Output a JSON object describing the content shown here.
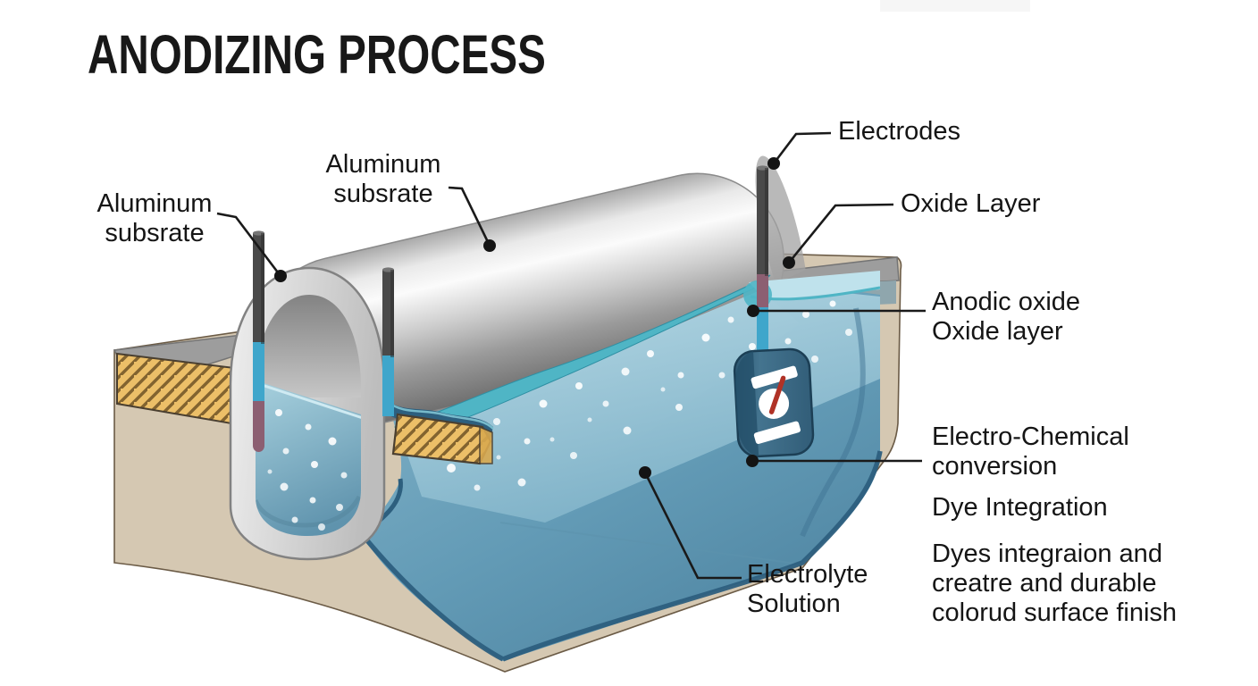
{
  "title": "ANODIZING PROCESS",
  "labels": {
    "aluminum_substrate_left": {
      "line1": "Aluminum",
      "line2": "subsrate"
    },
    "aluminum_substrate_top": {
      "line1": "Aluminum",
      "line2": "subsrate"
    },
    "electrodes": "Electrodes",
    "oxide_layer": "Oxide Layer",
    "anodic_oxide": {
      "line1": "Anodic oxide",
      "line2": "Oxide layer"
    },
    "electro_chemical": {
      "line1": "Electro-Chemical",
      "line2": "conversion"
    },
    "dye_integration": "Dye Integration",
    "dyes_note": {
      "line1": "Dyes integraion and",
      "line2": "creatre and durable",
      "line3": "colorud surface finish"
    },
    "electrolyte_solution": {
      "line1": "Electrolyte",
      "line2": "Solution"
    }
  },
  "colors": {
    "label_text": "#151515",
    "electrolyte_blue": "#6ba4be",
    "oxide_teal": "#4fb5c5",
    "tank_tan": "#d5c8b2",
    "cut_edge_orange": "#ecbf68",
    "metal_silver": "#c9c9c9",
    "device_blue": "#3a6a86",
    "needle_red": "#b03226",
    "electrode_dark": "#4a4a4a",
    "electrode_cyan": "#3fa6cb",
    "electrode_tip_maroon": "#8c5f72"
  }
}
